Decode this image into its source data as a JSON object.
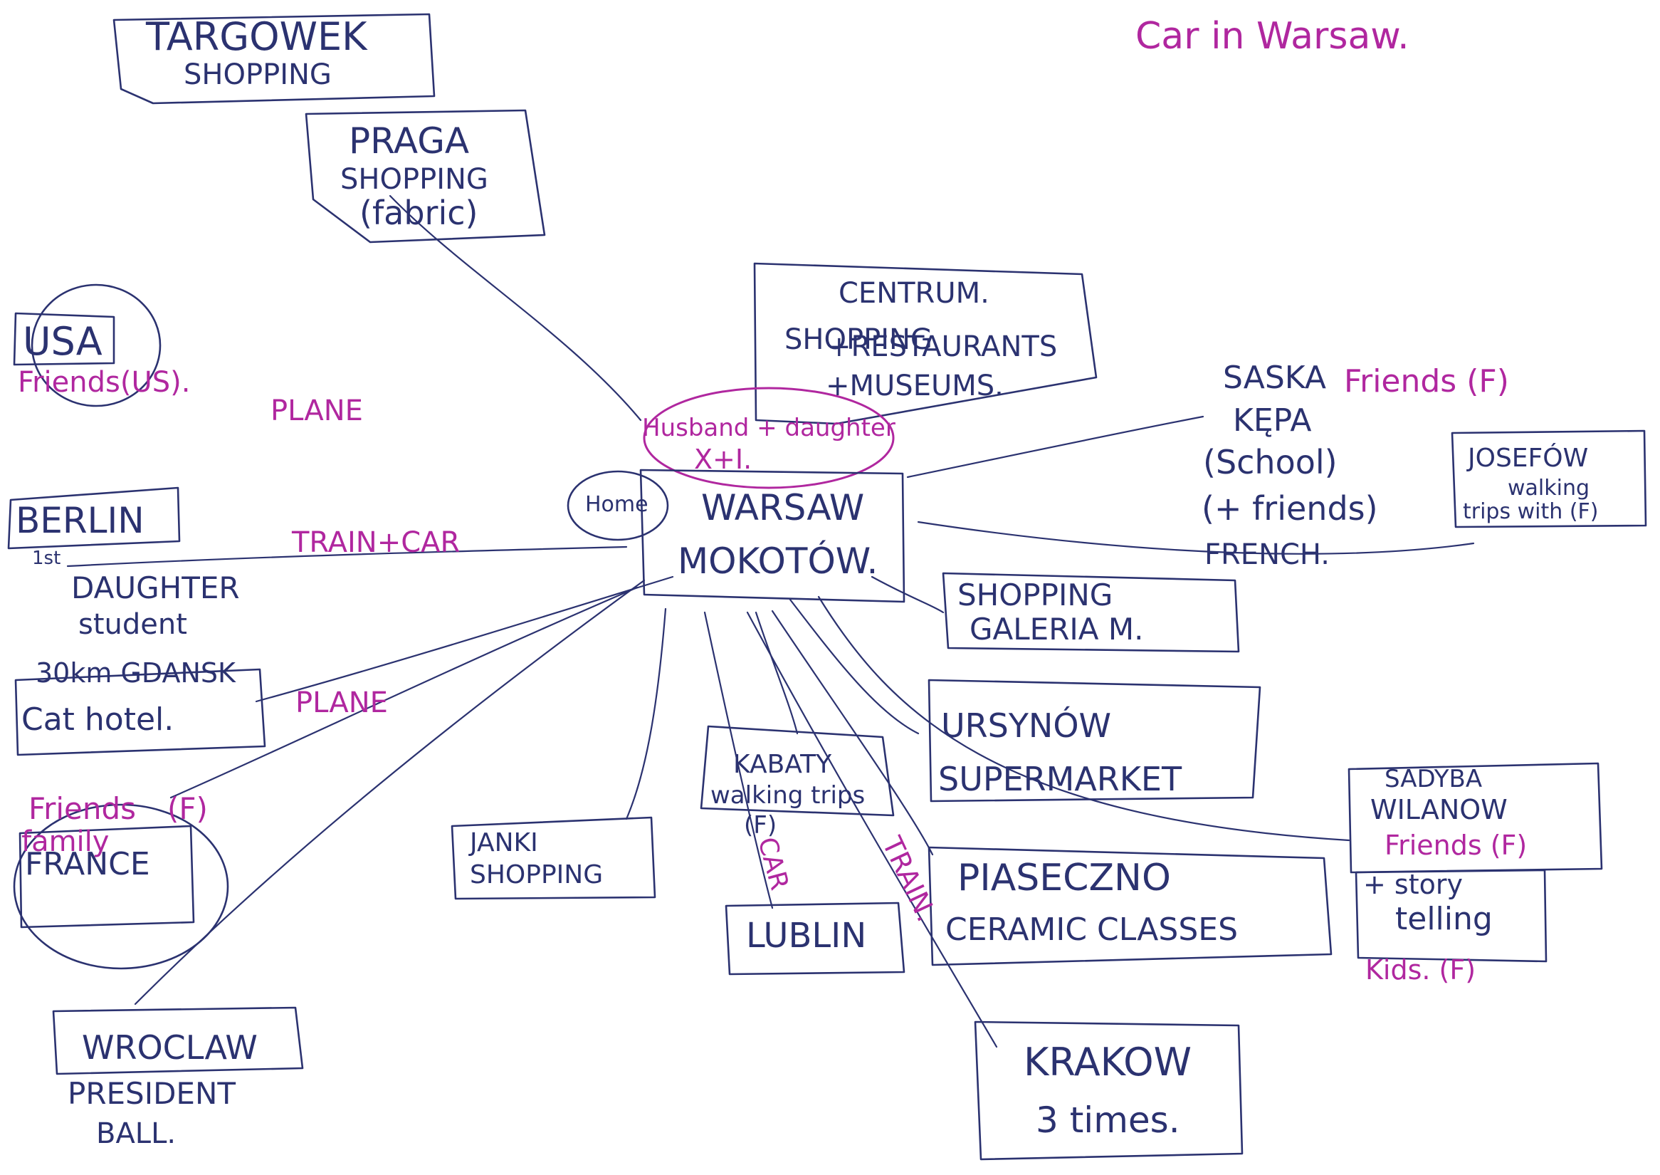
{
  "title": "Car in Warsaw.",
  "colors": {
    "ink_blue": "#2b3270",
    "ink_pink": "#b0279f"
  },
  "center": {
    "home": "Home",
    "lines": [
      "WARSAW",
      "MOKOTÓW."
    ],
    "household": {
      "line1": "Husband + daughter",
      "line2": "X+I."
    }
  },
  "nodes": {
    "targowek": [
      "TARGOWEK",
      "SHOPPING"
    ],
    "praga": [
      "PRAGA",
      "SHOPPING",
      "(fabric)"
    ],
    "usa": {
      "name": "USA",
      "note": "Friends(US)."
    },
    "centrum": [
      "CENTRUM.",
      "SHOPPING",
      "+RESTAURANTS",
      "+MUSEUMS."
    ],
    "saska": {
      "lines": [
        "SASKA",
        "KĘPA",
        "(School)",
        "(+ friends)",
        "FRENCH."
      ],
      "note": "Friends (F)"
    },
    "josefow": [
      "JOSEFÓW",
      "walking",
      "trips with (F)"
    ],
    "berlin": {
      "name": "BERLIN",
      "marker": "1st",
      "lines": [
        "DAUGHTER",
        "student"
      ]
    },
    "gdansk": [
      "30km GDANSK",
      "Cat hotel."
    ],
    "shopping_galeria": [
      "SHOPPING",
      "GALERIA M."
    ],
    "ursynow": [
      "URSYNÓW",
      "SUPERMARKET"
    ],
    "france": {
      "name": "FRANCE",
      "note": [
        "Friends",
        "family",
        "(F)"
      ]
    },
    "janki": [
      "JANKI",
      "SHOPPING"
    ],
    "kabaty": [
      "KABATY",
      "walking trips",
      "(F)"
    ],
    "lublin": "LUBLIN",
    "piaseczno": [
      "PIASECZNO",
      "CERAMIC CLASSES"
    ],
    "sadyba": {
      "lines": [
        "SADYBA",
        "WILANOW"
      ],
      "note": "Friends (F)",
      "sub": [
        "+ story",
        "telling"
      ],
      "kids": "Kids. (F)"
    },
    "wroclaw": {
      "name": "WROCLAW",
      "lines": [
        "PRESIDENT",
        "BALL."
      ]
    },
    "krakow": [
      "KRAKOW",
      "3 times."
    ]
  },
  "transport": {
    "plane_usa": "PLANE",
    "train_car": "TRAIN+CAR",
    "plane_gdansk": "PLANE",
    "car": "CAR",
    "train": "TRAIN."
  }
}
